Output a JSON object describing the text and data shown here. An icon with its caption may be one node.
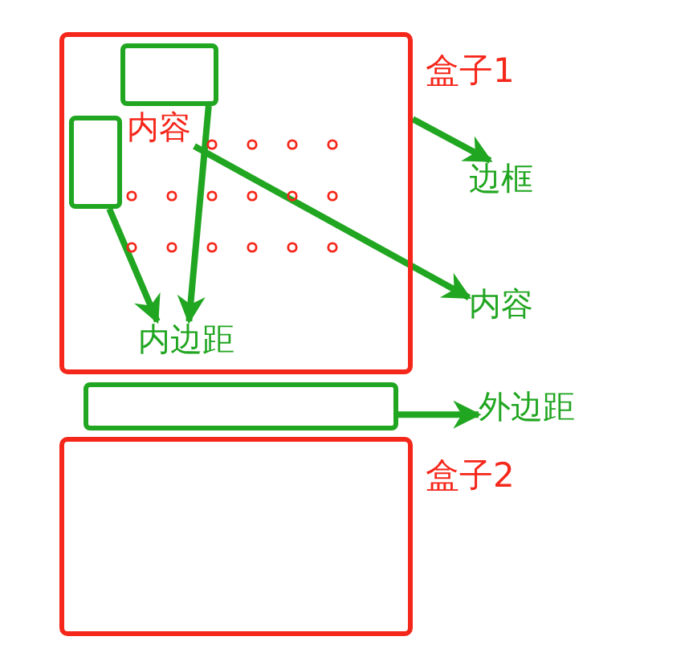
{
  "diagram": {
    "nodes": [
      {
        "text": [
          "盒子1"
        ]
      },
      {
        "text": [],
        "shape": "box",
        "in": 0
      },
      {
        "text": [],
        "shape": "box",
        "in": 0
      },
      {
        "text": [
          "内容"
        ],
        "in": 0
      },
      {
        "text": [
          "边框"
        ]
      },
      {
        "text": [
          "内边距"
        ],
        "in": 0
      },
      {
        "text": [
          "内容"
        ]
      },
      {
        "text": [],
        "shape": "box"
      },
      {
        "text": [
          "外边距"
        ]
      },
      {
        "text": [
          "盒子2"
        ]
      }
    ],
    "edges": [
      {
        "from": 0,
        "to": 4,
        "arrow": "to"
      },
      {
        "from": 1,
        "to": 5,
        "arrow": "to"
      },
      {
        "from": 2,
        "to": 5,
        "arrow": "to"
      },
      {
        "from": 3,
        "to": 6,
        "arrow": "to"
      },
      {
        "from": 7,
        "to": 8,
        "arrow": "to"
      }
    ]
  }
}
